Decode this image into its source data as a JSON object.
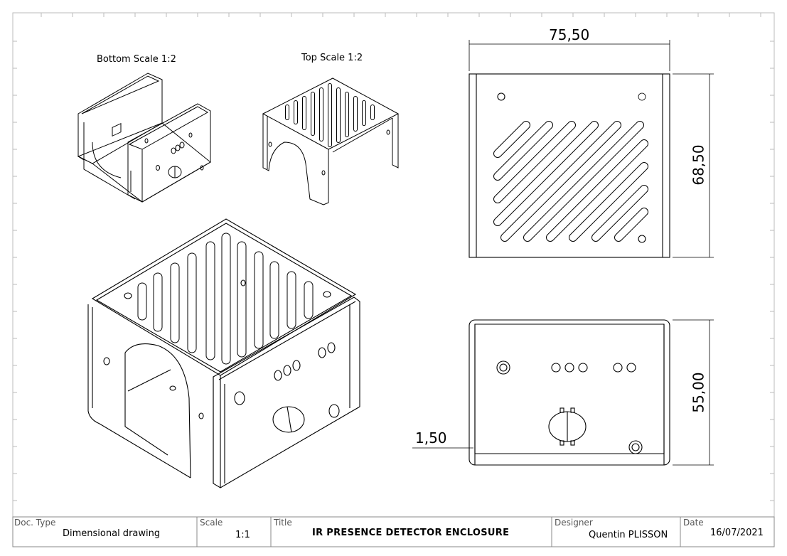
{
  "views": {
    "bottom_caption": "Bottom Scale 1:2",
    "top_caption": "Top Scale 1:2"
  },
  "dimensions": {
    "top_width": "75,50",
    "top_height": "68,50",
    "front_height": "55,00",
    "wall_thickness": "1,50"
  },
  "title_block": {
    "doc_type_label": "Doc. Type",
    "doc_type_value": "Dimensional drawing",
    "scale_label": "Scale",
    "scale_value": "1:1",
    "title_label": "Title",
    "title_value": "IR PRESENCE DETECTOR ENCLOSURE",
    "designer_label": "Designer",
    "designer_value": "Quentin PLISSON",
    "date_label": "Date",
    "date_value": "16/07/2021"
  }
}
